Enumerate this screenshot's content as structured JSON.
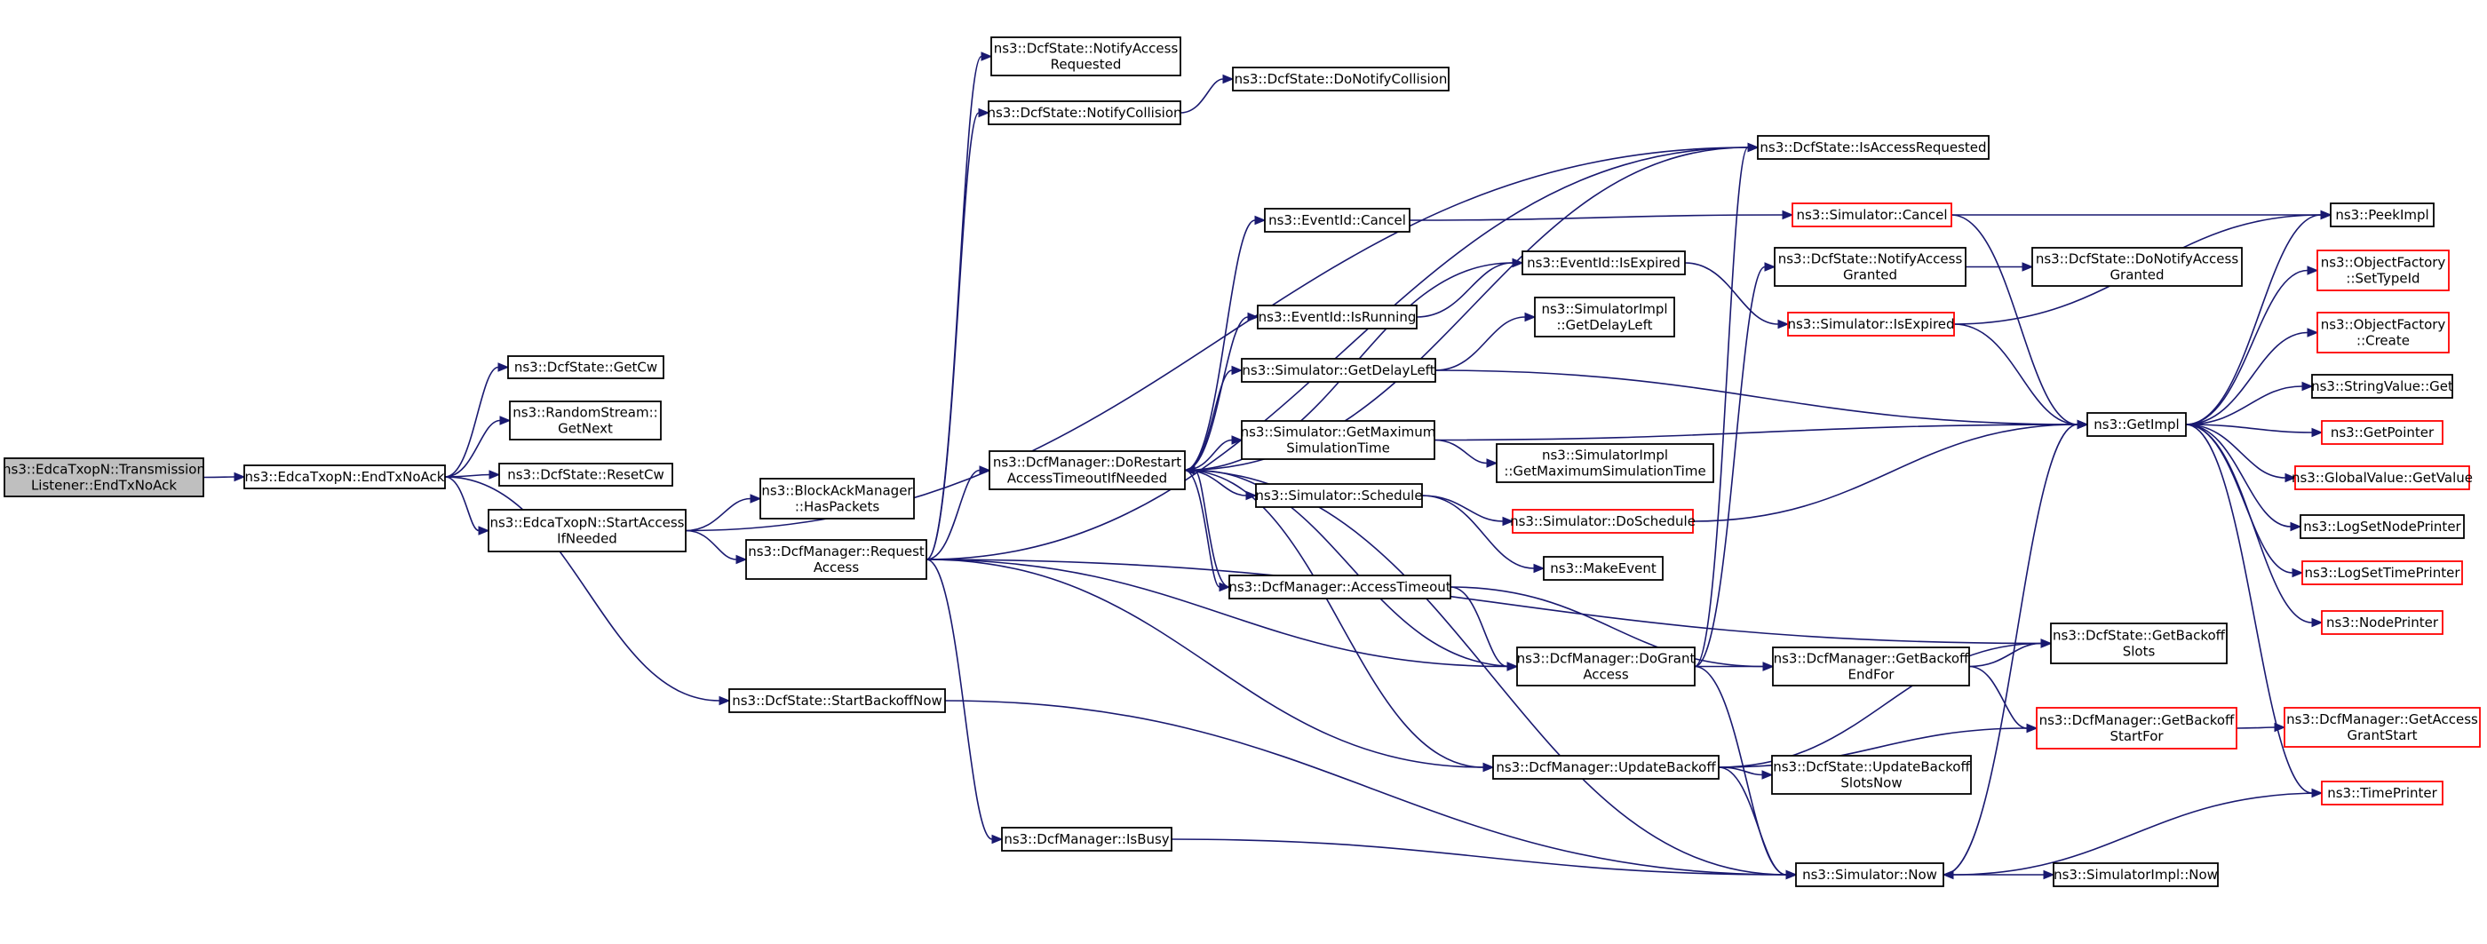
{
  "colors": {
    "edge": "#191970",
    "node_border": "#000000",
    "node_border_red": "#ff0000",
    "root_fill": "#bfbfbf"
  },
  "nodes": [
    {
      "id": "n_root",
      "lines": [
        "ns3::EdcaTxopN::Transmission",
        "Listener::EndTxNoAck"
      ],
      "style": "root"
    },
    {
      "id": "n_endtxnoack",
      "lines": [
        "ns3::EdcaTxopN::EndTxNoAck"
      ],
      "style": "normal"
    },
    {
      "id": "n_getcw",
      "lines": [
        "ns3::DcfState::GetCw"
      ],
      "style": "normal"
    },
    {
      "id": "n_getnext",
      "lines": [
        "ns3::RandomStream::",
        "GetNext"
      ],
      "style": "normal"
    },
    {
      "id": "n_resetcw",
      "lines": [
        "ns3::DcfState::ResetCw"
      ],
      "style": "normal"
    },
    {
      "id": "n_startaccess",
      "lines": [
        "ns3::EdcaTxopN::StartAccess",
        "IfNeeded"
      ],
      "style": "normal"
    },
    {
      "id": "n_startbackoffnow",
      "lines": [
        "ns3::DcfState::StartBackoffNow"
      ],
      "style": "normal"
    },
    {
      "id": "n_haspackets",
      "lines": [
        "ns3::BlockAckManager",
        "::HasPackets"
      ],
      "style": "normal"
    },
    {
      "id": "n_requestaccess",
      "lines": [
        "ns3::DcfManager::Request",
        "Access"
      ],
      "style": "normal"
    },
    {
      "id": "n_notifyaccessrequested",
      "lines": [
        "ns3::DcfState::NotifyAccess",
        "Requested"
      ],
      "style": "normal"
    },
    {
      "id": "n_notifycollision",
      "lines": [
        "ns3::DcfState::NotifyCollision"
      ],
      "style": "normal"
    },
    {
      "id": "n_donotifycollision",
      "lines": [
        "ns3::DcfState::DoNotifyCollision"
      ],
      "style": "normal"
    },
    {
      "id": "n_dorestart",
      "lines": [
        "ns3::DcfManager::DoRestart",
        "AccessTimeoutIfNeeded"
      ],
      "style": "normal"
    },
    {
      "id": "n_isbusy",
      "lines": [
        "ns3::DcfManager::IsBusy"
      ],
      "style": "normal"
    },
    {
      "id": "n_isaccessrequested",
      "lines": [
        "ns3::DcfState::IsAccessRequested"
      ],
      "style": "normal"
    },
    {
      "id": "n_eventcancel",
      "lines": [
        "ns3::EventId::Cancel"
      ],
      "style": "normal"
    },
    {
      "id": "n_eventisexpired",
      "lines": [
        "ns3::EventId::IsExpired"
      ],
      "style": "normal"
    },
    {
      "id": "n_eventisrunning",
      "lines": [
        "ns3::EventId::IsRunning"
      ],
      "style": "normal"
    },
    {
      "id": "n_simgetdelayleft",
      "lines": [
        "ns3::Simulator::GetDelayLeft"
      ],
      "style": "normal"
    },
    {
      "id": "n_simimplgetdelayleft",
      "lines": [
        "ns3::SimulatorImpl",
        "::GetDelayLeft"
      ],
      "style": "normal"
    },
    {
      "id": "n_simgetmax",
      "lines": [
        "ns3::Simulator::GetMaximum",
        "SimulationTime"
      ],
      "style": "normal"
    },
    {
      "id": "n_simimplgetmax",
      "lines": [
        "ns3::SimulatorImpl",
        "::GetMaximumSimulationTime"
      ],
      "style": "normal"
    },
    {
      "id": "n_simschedule",
      "lines": [
        "ns3::Simulator::Schedule"
      ],
      "style": "normal"
    },
    {
      "id": "n_accesstimeout",
      "lines": [
        "ns3::DcfManager::AccessTimeout"
      ],
      "style": "normal"
    },
    {
      "id": "n_simcancel",
      "lines": [
        "ns3::Simulator::Cancel"
      ],
      "style": "red"
    },
    {
      "id": "n_notifyaccessgranted",
      "lines": [
        "ns3::DcfState::NotifyAccess",
        "Granted"
      ],
      "style": "normal"
    },
    {
      "id": "n_donotifyaccessgranted",
      "lines": [
        "ns3::DcfState::DoNotifyAccess",
        "Granted"
      ],
      "style": "normal"
    },
    {
      "id": "n_simisexpired",
      "lines": [
        "ns3::Simulator::IsExpired"
      ],
      "style": "red"
    },
    {
      "id": "n_simdoschedule",
      "lines": [
        "ns3::Simulator::DoSchedule"
      ],
      "style": "red"
    },
    {
      "id": "n_makeevent",
      "lines": [
        "ns3::MakeEvent"
      ],
      "style": "normal"
    },
    {
      "id": "n_dogrant",
      "lines": [
        "ns3::DcfManager::DoGrant",
        "Access"
      ],
      "style": "normal"
    },
    {
      "id": "n_getbackoffendfor",
      "lines": [
        "ns3::DcfManager::GetBackoff",
        "EndFor"
      ],
      "style": "normal"
    },
    {
      "id": "n_updatebackoff",
      "lines": [
        "ns3::DcfManager::UpdateBackoff"
      ],
      "style": "normal"
    },
    {
      "id": "n_updatebackoffslotsnow",
      "lines": [
        "ns3::DcfState::UpdateBackoff",
        "SlotsNow"
      ],
      "style": "normal"
    },
    {
      "id": "n_simnow",
      "lines": [
        "ns3::Simulator::Now"
      ],
      "style": "normal"
    },
    {
      "id": "n_simimplnow",
      "lines": [
        "ns3::SimulatorImpl::Now"
      ],
      "style": "normal"
    },
    {
      "id": "n_getimpl",
      "lines": [
        "ns3::GetImpl"
      ],
      "style": "normal"
    },
    {
      "id": "n_getbackoffslots",
      "lines": [
        "ns3::DcfState::GetBackoff",
        "Slots"
      ],
      "style": "normal"
    },
    {
      "id": "n_getbackoffstartfor",
      "lines": [
        "ns3::DcfManager::GetBackoff",
        "StartFor"
      ],
      "style": "red"
    },
    {
      "id": "n_getaccessgrantstart",
      "lines": [
        "ns3::DcfManager::GetAccess",
        "GrantStart"
      ],
      "style": "red"
    },
    {
      "id": "n_peekimpl",
      "lines": [
        "ns3::PeekImpl"
      ],
      "style": "normal"
    },
    {
      "id": "n_objfactsettypeid",
      "lines": [
        "ns3::ObjectFactory",
        "::SetTypeId"
      ],
      "style": "red"
    },
    {
      "id": "n_objfactcreate",
      "lines": [
        "ns3::ObjectFactory",
        "::Create"
      ],
      "style": "red"
    },
    {
      "id": "n_stringvalueget",
      "lines": [
        "ns3::StringValue::Get"
      ],
      "style": "normal"
    },
    {
      "id": "n_getpointer",
      "lines": [
        "ns3::GetPointer"
      ],
      "style": "red"
    },
    {
      "id": "n_globalvalueget",
      "lines": [
        "ns3::GlobalValue::GetValue"
      ],
      "style": "red"
    },
    {
      "id": "n_logsetnodeprinter",
      "lines": [
        "ns3::LogSetNodePrinter"
      ],
      "style": "normal"
    },
    {
      "id": "n_logsettimeprinter",
      "lines": [
        "ns3::LogSetTimePrinter"
      ],
      "style": "red"
    },
    {
      "id": "n_nodeprinter",
      "lines": [
        "ns3::NodePrinter"
      ],
      "style": "red"
    },
    {
      "id": "n_timeprinter",
      "lines": [
        "ns3::TimePrinter"
      ],
      "style": "red"
    }
  ],
  "edges": [
    [
      "n_root",
      "n_endtxnoack"
    ],
    [
      "n_endtxnoack",
      "n_getcw"
    ],
    [
      "n_endtxnoack",
      "n_getnext"
    ],
    [
      "n_endtxnoack",
      "n_resetcw"
    ],
    [
      "n_endtxnoack",
      "n_startaccess"
    ],
    [
      "n_endtxnoack",
      "n_startbackoffnow"
    ],
    [
      "n_startaccess",
      "n_haspackets"
    ],
    [
      "n_startaccess",
      "n_requestaccess"
    ],
    [
      "n_startaccess",
      "n_isaccessrequested"
    ],
    [
      "n_requestaccess",
      "n_notifyaccessrequested"
    ],
    [
      "n_requestaccess",
      "n_notifycollision"
    ],
    [
      "n_requestaccess",
      "n_dorestart"
    ],
    [
      "n_requestaccess",
      "n_isaccessrequested"
    ],
    [
      "n_requestaccess",
      "n_isbusy"
    ],
    [
      "n_requestaccess",
      "n_dogrant"
    ],
    [
      "n_requestaccess",
      "n_updatebackoff"
    ],
    [
      "n_requestaccess",
      "n_getbackoffslots"
    ],
    [
      "n_notifycollision",
      "n_donotifycollision"
    ],
    [
      "n_dorestart",
      "n_isaccessrequested"
    ],
    [
      "n_dorestart",
      "n_eventcancel"
    ],
    [
      "n_dorestart",
      "n_eventisexpired"
    ],
    [
      "n_dorestart",
      "n_eventisrunning"
    ],
    [
      "n_dorestart",
      "n_simgetdelayleft"
    ],
    [
      "n_dorestart",
      "n_simgetmax"
    ],
    [
      "n_dorestart",
      "n_simschedule"
    ],
    [
      "n_dorestart",
      "n_accesstimeout"
    ],
    [
      "n_dorestart",
      "n_simnow"
    ],
    [
      "n_dorestart",
      "n_updatebackoff"
    ],
    [
      "n_accesstimeout",
      "n_dorestart"
    ],
    [
      "n_accesstimeout",
      "n_dogrant"
    ],
    [
      "n_accesstimeout",
      "n_getbackoffendfor"
    ],
    [
      "n_eventcancel",
      "n_simcancel"
    ],
    [
      "n_eventisexpired",
      "n_simisexpired"
    ],
    [
      "n_eventisrunning",
      "n_eventisexpired"
    ],
    [
      "n_simgetdelayleft",
      "n_simimplgetdelayleft"
    ],
    [
      "n_simgetdelayleft",
      "n_getimpl"
    ],
    [
      "n_simgetmax",
      "n_simimplgetmax"
    ],
    [
      "n_simgetmax",
      "n_getimpl"
    ],
    [
      "n_simschedule",
      "n_simdoschedule"
    ],
    [
      "n_simschedule",
      "n_makeevent"
    ],
    [
      "n_simcancel",
      "n_peekimpl"
    ],
    [
      "n_simcancel",
      "n_getimpl"
    ],
    [
      "n_simisexpired",
      "n_peekimpl"
    ],
    [
      "n_simisexpired",
      "n_getimpl"
    ],
    [
      "n_simdoschedule",
      "n_getimpl"
    ],
    [
      "n_notifyaccessgranted",
      "n_donotifyaccessgranted"
    ],
    [
      "n_dogrant",
      "n_notifyaccessgranted"
    ],
    [
      "n_dogrant",
      "n_isaccessrequested"
    ],
    [
      "n_dogrant",
      "n_getbackoffendfor"
    ],
    [
      "n_dogrant",
      "n_simnow"
    ],
    [
      "n_dogrant",
      "n_dorestart"
    ],
    [
      "n_getbackoffendfor",
      "n_getbackoffslots"
    ],
    [
      "n_getbackoffendfor",
      "n_getbackoffstartfor"
    ],
    [
      "n_updatebackoff",
      "n_updatebackoffslotsnow"
    ],
    [
      "n_updatebackoff",
      "n_getbackoffslots"
    ],
    [
      "n_updatebackoff",
      "n_getbackoffstartfor"
    ],
    [
      "n_updatebackoff",
      "n_simnow"
    ],
    [
      "n_getbackoffstartfor",
      "n_getaccessgrantstart"
    ],
    [
      "n_isbusy",
      "n_simnow"
    ],
    [
      "n_startbackoffnow",
      "n_simnow"
    ],
    [
      "n_simnow",
      "n_simimplnow"
    ],
    [
      "n_simnow",
      "n_getimpl"
    ],
    [
      "n_timeprinter",
      "n_simnow"
    ],
    [
      "n_getimpl",
      "n_peekimpl"
    ],
    [
      "n_getimpl",
      "n_objfactsettypeid"
    ],
    [
      "n_getimpl",
      "n_objfactcreate"
    ],
    [
      "n_getimpl",
      "n_stringvalueget"
    ],
    [
      "n_getimpl",
      "n_getpointer"
    ],
    [
      "n_getimpl",
      "n_globalvalueget"
    ],
    [
      "n_getimpl",
      "n_logsetnodeprinter"
    ],
    [
      "n_getimpl",
      "n_logsettimeprinter"
    ],
    [
      "n_getimpl",
      "n_nodeprinter"
    ],
    [
      "n_getimpl",
      "n_timeprinter"
    ]
  ]
}
